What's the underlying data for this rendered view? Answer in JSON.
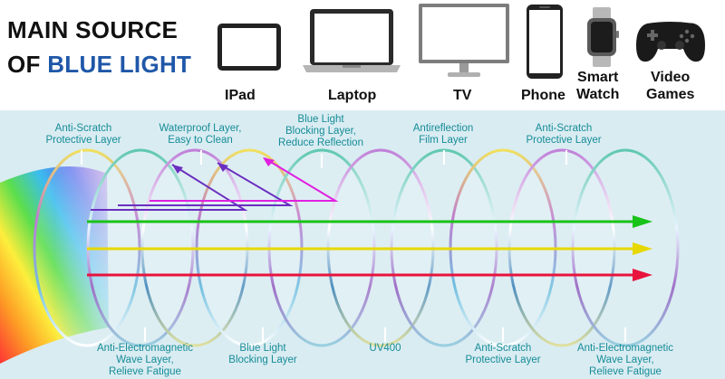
{
  "title": {
    "line1": "MAIN SOURCE",
    "line2_prefix": "OF ",
    "line2_highlight": "BLUE LIGHT"
  },
  "devices": [
    {
      "label": "IPad",
      "icon": "tablet-icon"
    },
    {
      "label": "Laptop",
      "icon": "laptop-icon"
    },
    {
      "label": "TV",
      "icon": "tv-icon"
    },
    {
      "label": "Phone",
      "icon": "phone-icon"
    },
    {
      "label": "Smart\nWatch",
      "icon": "smartwatch-icon"
    },
    {
      "label": "Video\nGames",
      "icon": "gamepad-icon"
    }
  ],
  "top_layers": [
    {
      "text": "Anti-Scratch\nProtective Layer"
    },
    {
      "text": "Waterproof Layer,\nEasy to Clean"
    },
    {
      "text": "Blue Light\nBlocking Layer,\nReduce Reflection"
    },
    {
      "text": "Antireflection\nFilm Layer"
    },
    {
      "text": "Anti-Scratch\nProtective Layer"
    }
  ],
  "bottom_layers": [
    {
      "text": "Anti-Electromagnetic\nWave Layer,\nRelieve Fatigue"
    },
    {
      "text": "Blue Light\nBlocking Layer"
    },
    {
      "text": "UV400"
    },
    {
      "text": "Anti-Scratch\nProtective Layer"
    },
    {
      "text": "Anti-Electromagnetic\nWave Layer,\nRelieve Fatigue"
    }
  ],
  "colors": {
    "title_highlight": "#1f57a8",
    "label_teal": "#168c97",
    "background_panel": "#d9ecf2",
    "arrow_green": "#19c219",
    "arrow_yellow": "#e6d800",
    "arrow_red": "#e8143c",
    "arrow_purple": "#6a2fc0",
    "arrow_magenta": "#e020e0"
  }
}
